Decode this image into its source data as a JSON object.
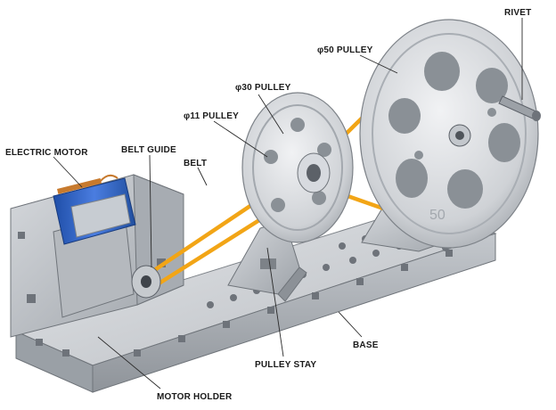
{
  "labels": {
    "rivet": "RIVET",
    "pulley50": "φ50 PULLEY",
    "pulley30": "φ30 PULLEY",
    "pulley11": "φ11 PULLEY",
    "electric_motor": "ELECTRIC MOTOR",
    "belt_guide": "BELT GUIDE",
    "belt": "BELT",
    "base": "BASE",
    "pulley_stay": "PULLEY STAY",
    "motor_holder": "MOTOR HOLDER"
  },
  "embossed": {
    "big_pulley_number": "50"
  },
  "colors": {
    "belt": "#f2a516",
    "metal": "#c9ccd0",
    "motor_blue": "#2f62c4",
    "copper": "#c77a2e"
  }
}
